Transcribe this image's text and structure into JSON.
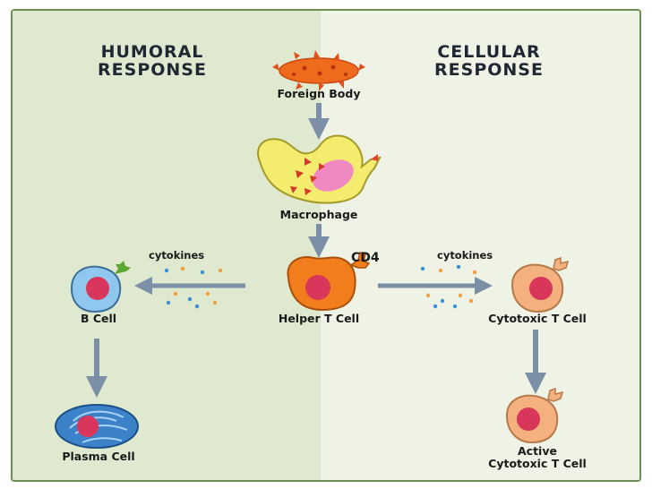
{
  "headings": {
    "humoral_line1": "HUMORAL",
    "humoral_line2": "RESPONSE",
    "cellular_line1": "CELLULAR",
    "cellular_line2": "RESPONSE"
  },
  "labels": {
    "foreign_body": "Foreign Body",
    "macrophage": "Macrophage",
    "cd4": "CD4",
    "helper_t_cell": "Helper T Cell",
    "cytokines_left": "cytokines",
    "cytokines_right": "cytokines",
    "b_cell": "B Cell",
    "plasma_cell": "Plasma Cell",
    "cytotoxic_t_cell": "Cytotoxic T Cell",
    "active_line1": "Active",
    "active_line2": "Cytotoxic T Cell"
  },
  "colors": {
    "humoral_panel": "#dfe9cf",
    "cellular_panel": "#eef3e6",
    "foreign_body": "#f06a1e",
    "macrophage": "#f3ec6e",
    "helper_t_cell": "#f27d1c",
    "b_cell": "#8fc7ee",
    "plasma_cell": "#3b82c9",
    "cytotoxic_t_cell": "#f4b07e",
    "nucleus": "#d8365a",
    "arrow": "#7b8fa6"
  }
}
